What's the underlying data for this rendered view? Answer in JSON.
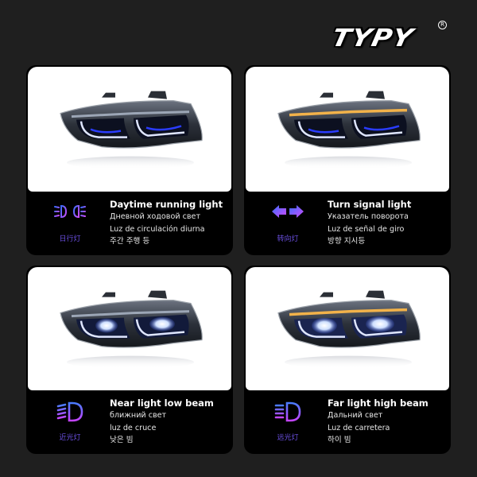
{
  "brand": {
    "logo_text": "TYPY",
    "registered_mark": "R"
  },
  "colors": {
    "background": "#1f1f1f",
    "card": "#000000",
    "photo_bg": "#ffffff",
    "icon_gradient_start": "#3b6cff",
    "icon_gradient_end": "#d04bff",
    "caption": "#6a4fe0",
    "drl_blue": "#2a3cff",
    "turn_amber": "#f2b24a"
  },
  "cards": [
    {
      "title": "Daytime running light",
      "lines": [
        "Дневной ходовой свет",
        "Luz de circulación diurna",
        "주간 주행 등"
      ],
      "icon": "daytime-running-light-icon",
      "icon_caption": "日行灯"
    },
    {
      "title": "Turn signal light",
      "lines": [
        "Указатель поворота",
        "Luz de señal de giro",
        "방향 지시등"
      ],
      "icon": "turn-signal-arrows-icon",
      "icon_caption": "转向灯"
    },
    {
      "title": "Near light low beam",
      "lines": [
        "ближний свет",
        "luz de cruce",
        "낮은 빔"
      ],
      "icon": "low-beam-icon",
      "icon_caption": "近光灯"
    },
    {
      "title": "Far light high beam",
      "lines": [
        "Дальний свет",
        "Luz de carretera",
        "하이 빔"
      ],
      "icon": "high-beam-icon",
      "icon_caption": "远光灯"
    }
  ]
}
